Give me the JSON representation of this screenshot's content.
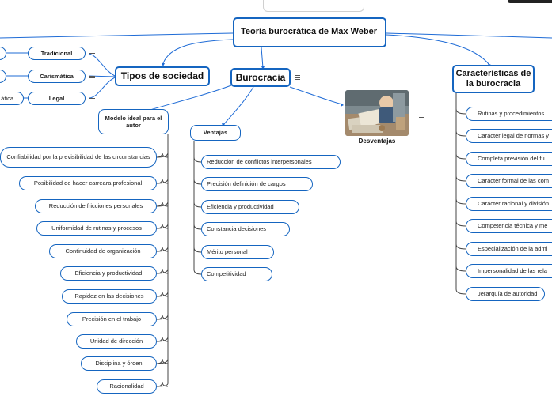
{
  "central": {
    "title": "Teoría burocrática de Max Weber"
  },
  "burocracia": {
    "label": "Burocracia"
  },
  "tipos": {
    "label": "Tipos de sociedad",
    "items": [
      "Tradicional",
      "Carismática",
      "Legal"
    ],
    "partial": [
      "",
      "",
      "ática"
    ]
  },
  "modelo": {
    "label": "Modelo ideal para el autor",
    "items": [
      "Confiabilidad por la previsibilidad de las circunstancias",
      "Posibilidad de hacer carreara profesional",
      "Reducción de fricciones personales",
      "Uniformidad de rutinas y procesos",
      "Continuidad de organización",
      "Eficiencia y productividad",
      "Rapidez en las decisiones",
      "Precisión en el trabajo",
      "Unidad de dirección",
      "Disciplina y órden",
      "Racionalidad"
    ]
  },
  "ventajas": {
    "label": "Ventajas",
    "items": [
      "Reduccion de conflictos interpersonales",
      "Precisión definición de cargos",
      "Eficiencia y productividad",
      "Constancia decisiones",
      "Mérito personal",
      "Competitividad"
    ]
  },
  "desventajas": {
    "label": "Desventajas"
  },
  "caracteristicas": {
    "label": "Características de la burocracia",
    "items": [
      "Rutinas y procedimientos",
      "Carácter legal de normas y",
      "Completa previsión del fu",
      "Carácter formal de las com",
      "Carácter racional y división",
      "Competencia técnica y me",
      "Especialización de la admi",
      "Impersonalidad de las rela",
      "Jerarquía de autoridad"
    ]
  },
  "colors": {
    "accent": "#1565c0",
    "line": "#1e6bd6",
    "text": "#222222"
  },
  "icons": {
    "menu": "hamburger-menu-icon"
  }
}
